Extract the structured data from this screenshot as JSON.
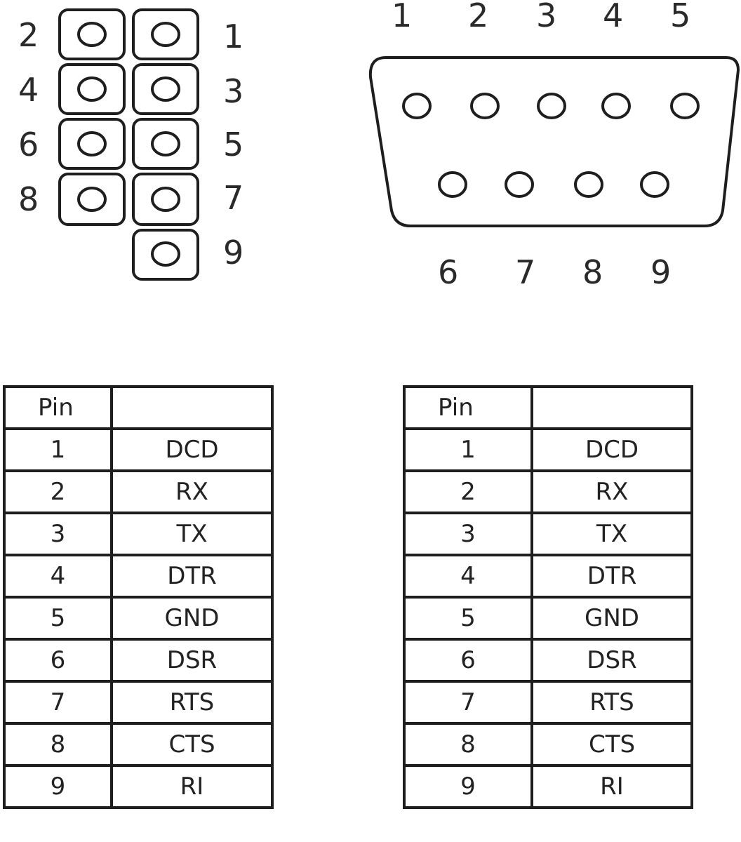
{
  "header_connector": {
    "left_pins": [
      "2",
      "4",
      "6",
      "8"
    ],
    "right_pins": [
      "1",
      "3",
      "5",
      "7",
      "9"
    ]
  },
  "db9_connector": {
    "top_pins": [
      "1",
      "2",
      "3",
      "4",
      "5"
    ],
    "bottom_pins": [
      "6",
      "7",
      "8",
      "9"
    ]
  },
  "tables": [
    {
      "header": [
        "Pin",
        ""
      ],
      "rows": [
        [
          "1",
          "DCD"
        ],
        [
          "2",
          "RX"
        ],
        [
          "3",
          "TX"
        ],
        [
          "4",
          "DTR"
        ],
        [
          "5",
          "GND"
        ],
        [
          "6",
          "DSR"
        ],
        [
          "7",
          "RTS"
        ],
        [
          "8",
          "CTS"
        ],
        [
          "9",
          "RI"
        ]
      ]
    },
    {
      "header": [
        "Pin",
        ""
      ],
      "rows": [
        [
          "1",
          "DCD"
        ],
        [
          "2",
          "RX"
        ],
        [
          "3",
          "TX"
        ],
        [
          "4",
          "DTR"
        ],
        [
          "5",
          "GND"
        ],
        [
          "6",
          "DSR"
        ],
        [
          "7",
          "RTS"
        ],
        [
          "8",
          "CTS"
        ],
        [
          "9",
          "RI"
        ]
      ]
    }
  ]
}
